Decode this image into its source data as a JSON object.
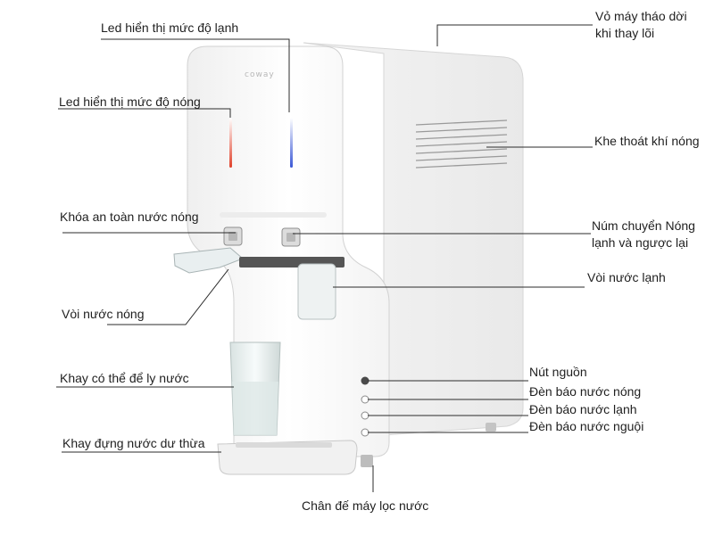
{
  "labels": {
    "cold_led": "Led hiển thị mức độ lạnh",
    "hot_led": "Led hiển thị mức độ nóng",
    "hot_lock": "Khóa an toàn nước nóng",
    "hot_tap": "Vòi nước nóng",
    "cup_tray": "Khay có thể để ly nước",
    "drip_tray": "Khay đựng nước dư thừa",
    "base_foot": "Chân đế máy lọc nước",
    "cover_line1": "Vỏ máy tháo dời",
    "cover_line2": "khi thay lõi",
    "vent": "Khe thoát khí nóng",
    "switch_line1": "Núm chuyển Nóng",
    "switch_line2": "lạnh và ngược lại",
    "cold_tap": "Vòi nước lạnh",
    "power_button": "Nút nguồn",
    "hot_indicator": "Đèn báo nước nóng",
    "cold_indicator": "Đèn báo nước lạnh",
    "ambient_indicator": "Đèn báo nước nguội"
  },
  "product": {
    "brand_logo": "coway"
  },
  "colors": {
    "hot_led": "#e0402a",
    "cold_led": "#3a57d6",
    "leader_line": "#2b2b2b"
  }
}
